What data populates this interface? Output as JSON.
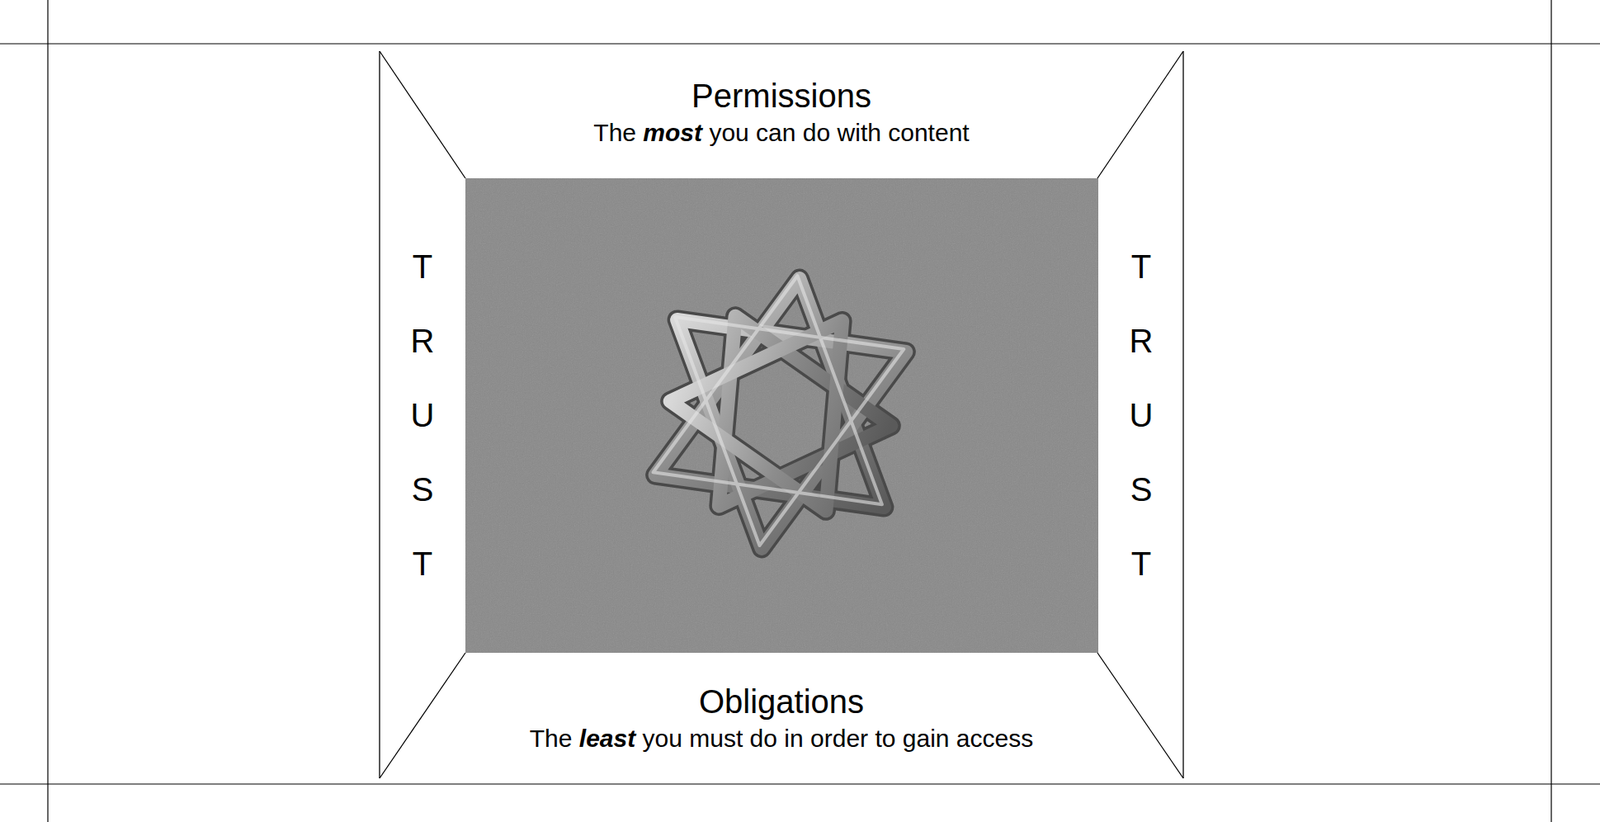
{
  "diagram": {
    "nodes": [
      {
        "text": [
          "Permissions",
          "The most you can do with content"
        ]
      },
      {
        "text": [
          "TRUST"
        ]
      },
      {
        "text": [
          "TRUST"
        ]
      },
      {
        "text": [
          "Obligations",
          "The least you must do in order to gain access"
        ]
      }
    ]
  }
}
